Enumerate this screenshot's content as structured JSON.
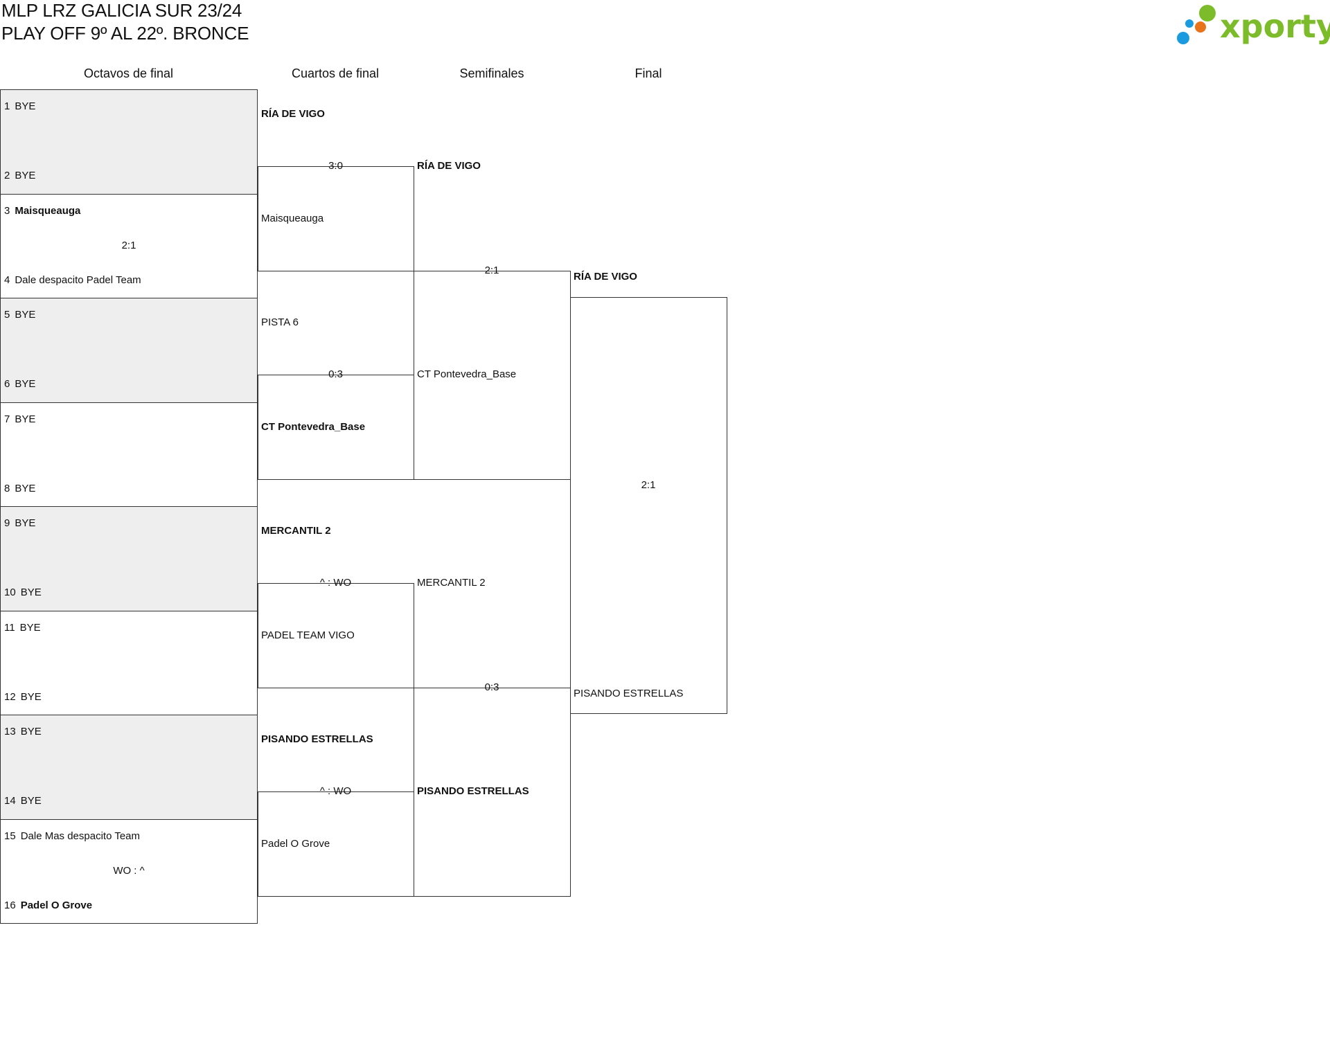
{
  "header": {
    "title_line1": "MLP LRZ GALICIA SUR 23/24",
    "title_line2": "PLAY OFF 9º AL 22º. BRONCE",
    "logo_text": "xporty",
    "logo_colors": {
      "green": "#7cbb2a",
      "orange": "#e8731a",
      "blue": "#1a9be0"
    }
  },
  "rounds": [
    "Octavos de final",
    "Cuartos de final",
    "Semifinales",
    "Final"
  ],
  "octavos": [
    {
      "top": {
        "seed": "1",
        "name": "BYE"
      },
      "bottom": {
        "seed": "2",
        "name": "BYE"
      },
      "score": "",
      "winner": "",
      "shaded": true
    },
    {
      "top": {
        "seed": "3",
        "name": "Maisqueauga"
      },
      "bottom": {
        "seed": "4",
        "name": "Dale despacito Padel Team"
      },
      "score": "2:1",
      "winner": "top",
      "shaded": false
    },
    {
      "top": {
        "seed": "5",
        "name": "BYE"
      },
      "bottom": {
        "seed": "6",
        "name": "BYE"
      },
      "score": "",
      "winner": "",
      "shaded": true
    },
    {
      "top": {
        "seed": "7",
        "name": "BYE"
      },
      "bottom": {
        "seed": "8",
        "name": "BYE"
      },
      "score": "",
      "winner": "",
      "shaded": false
    },
    {
      "top": {
        "seed": "9",
        "name": "BYE"
      },
      "bottom": {
        "seed": "10",
        "name": "BYE"
      },
      "score": "",
      "winner": "",
      "shaded": true
    },
    {
      "top": {
        "seed": "11",
        "name": "BYE"
      },
      "bottom": {
        "seed": "12",
        "name": "BYE"
      },
      "score": "",
      "winner": "",
      "shaded": false
    },
    {
      "top": {
        "seed": "13",
        "name": "BYE"
      },
      "bottom": {
        "seed": "14",
        "name": "BYE"
      },
      "score": "",
      "winner": "",
      "shaded": true
    },
    {
      "top": {
        "seed": "15",
        "name": "Dale Mas despacito Team"
      },
      "bottom": {
        "seed": "16",
        "name": "Padel O Grove"
      },
      "score": "WO : ^",
      "winner": "bottom",
      "shaded": false
    }
  ],
  "cuartos": [
    {
      "top": "RÍA DE VIGO",
      "bottom": "Maisqueauga",
      "score": "3:0",
      "winner": "top"
    },
    {
      "top": "PISTA 6",
      "bottom": "CT Pontevedra_Base",
      "score": "0:3",
      "winner": "bottom"
    },
    {
      "top": "MERCANTIL 2",
      "bottom": "PADEL TEAM VIGO",
      "score": "^ : WO",
      "winner": "top"
    },
    {
      "top": "PISANDO ESTRELLAS",
      "bottom": "Padel O Grove",
      "score": "^ : WO",
      "winner": "top"
    }
  ],
  "semis": [
    {
      "top": "RÍA DE VIGO",
      "bottom": "CT Pontevedra_Base",
      "score": "2:1",
      "winner": "top"
    },
    {
      "top": "MERCANTIL 2",
      "bottom": "PISANDO ESTRELLAS",
      "score": "0:3",
      "winner": "bottom"
    }
  ],
  "final": {
    "top": "RÍA DE VIGO",
    "bottom": "PISANDO ESTRELLAS",
    "score": "2:1",
    "winner": "top"
  }
}
